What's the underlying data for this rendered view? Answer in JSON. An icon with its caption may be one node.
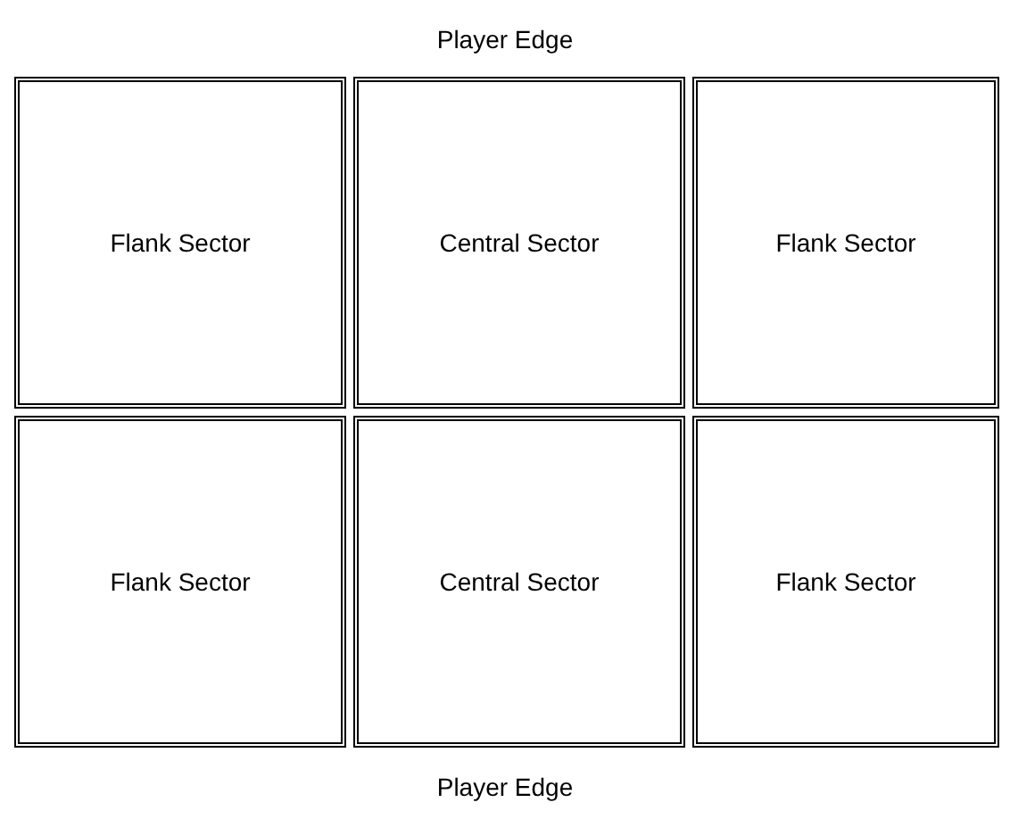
{
  "diagram": {
    "nodes": [
      {
        "text": [
          "Flank Sector"
        ]
      },
      {
        "text": [
          "Central Sector"
        ]
      },
      {
        "text": [
          "Flank Sector"
        ]
      },
      {
        "text": [
          "Flank Sector"
        ]
      },
      {
        "text": [
          "Central Sector"
        ]
      },
      {
        "text": [
          "Flank Sector"
        ]
      }
    ],
    "labels": [
      "Player Edge",
      "Player Edge"
    ]
  }
}
